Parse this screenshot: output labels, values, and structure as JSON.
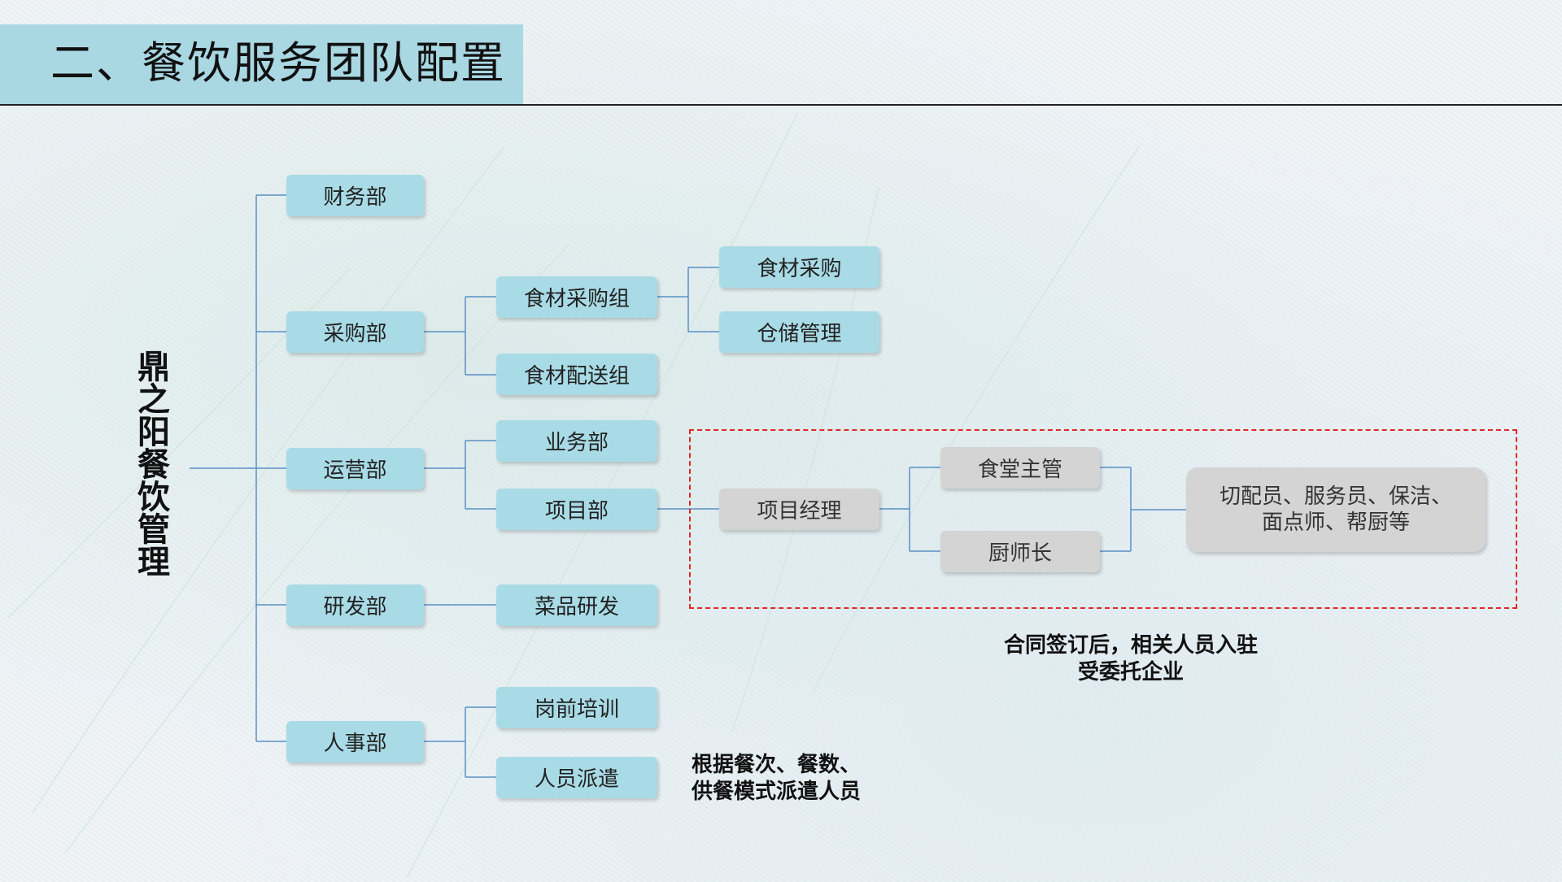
{
  "title": "二、餐饮服务团队配置",
  "root": "鼎之阳餐饮管理",
  "departments": {
    "finance": "财务部",
    "procurement": "采购部",
    "operations": "运营部",
    "rnd": "研发部",
    "hr": "人事部"
  },
  "procurement_groups": {
    "purchase_group": "食材采购组",
    "delivery_group": "食材配送组",
    "purchase": "食材采购",
    "storage": "仓储管理"
  },
  "operations_groups": {
    "business": "业务部",
    "project": "项目部"
  },
  "project_team": {
    "manager": "项目经理",
    "canteen_supervisor": "食堂主管",
    "head_chef": "厨师长",
    "staff_line1": "切配员、服务员、保洁、",
    "staff_line2": "面点师、帮厨等"
  },
  "rnd_groups": {
    "dish_rnd": "菜品研发"
  },
  "hr_groups": {
    "training": "岗前培训",
    "dispatch": "人员派遣"
  },
  "notes": {
    "contract_line1": "合同签订后，相关人员入驻",
    "contract_line2": "受委托企业",
    "dispatch_line1": "根据餐次、餐数、",
    "dispatch_line2": "供餐模式派遣人员"
  },
  "colors": {
    "node_blue": "#a9dbe6",
    "node_gray": "#d4d4d4",
    "connector": "#5b8fc6",
    "dashed_border": "#e02828",
    "title_bar": "#a9d8e3"
  }
}
